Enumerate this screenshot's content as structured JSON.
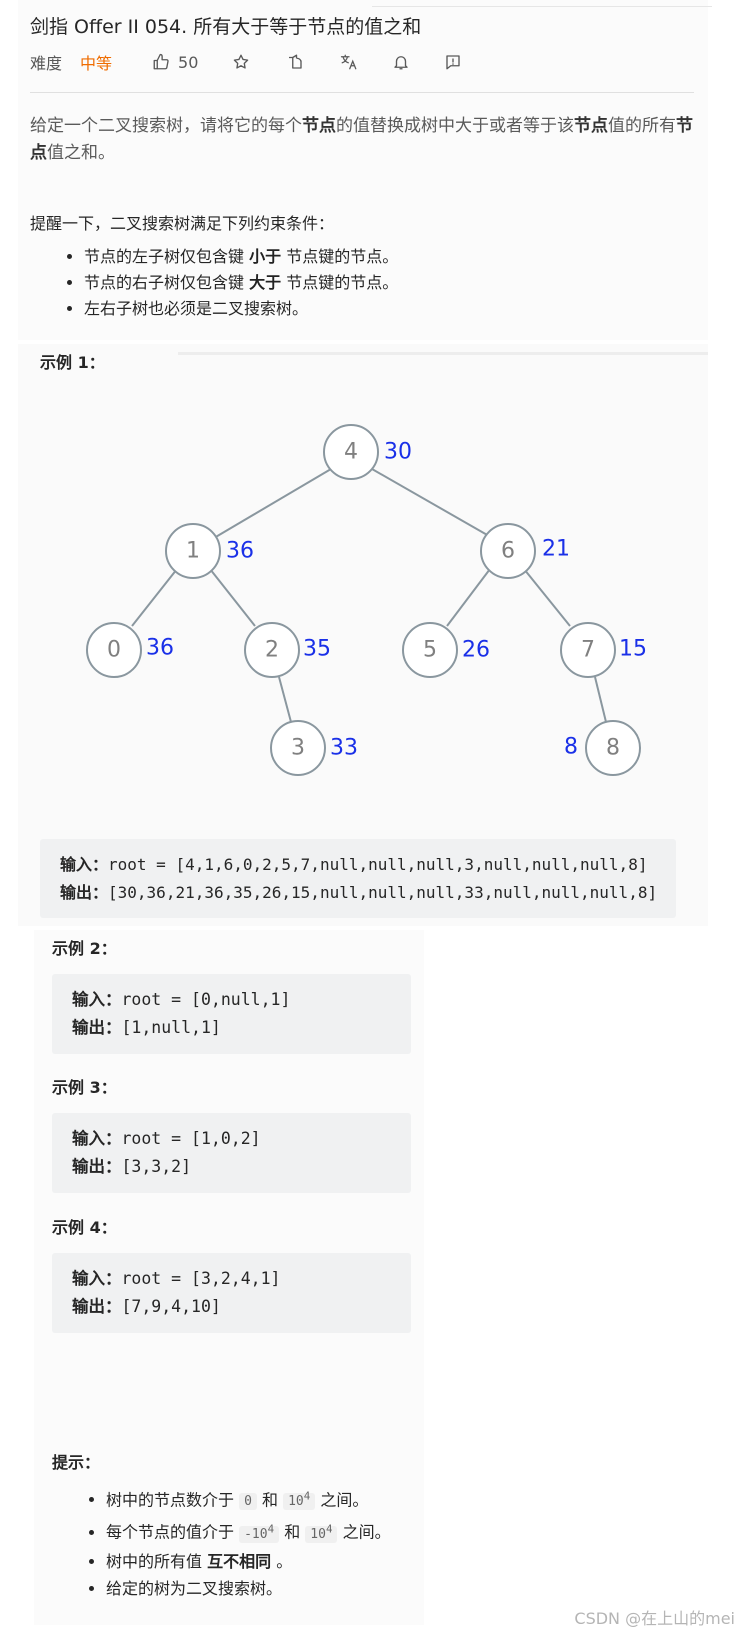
{
  "problem": {
    "title": "剑指 Offer II 054. 所有大于等于节点的值之和",
    "difficulty_label": "难度",
    "difficulty": "中等",
    "likes": "50"
  },
  "toolbar_icons": [
    "thumbs-up-icon",
    "star-icon",
    "share-icon",
    "translate-icon",
    "bell-icon",
    "feedback-icon"
  ],
  "description": {
    "p1": "给定一个二叉搜索树，请将它的每个",
    "b1": "节点",
    "p2": "的值替换成树中大于或者等于该",
    "b2": "节点",
    "p3": "值的所有",
    "b3": "节点",
    "p4": "值之和。"
  },
  "reminder": {
    "text": "提醒一下，二叉搜索树满足下列约束条件：",
    "items": [
      {
        "pre": "节点的左子树仅包含键 ",
        "bold": "小于",
        "post": " 节点键的节点。"
      },
      {
        "pre": "节点的右子树仅包含键 ",
        "bold": "大于",
        "post": " 节点键的节点。"
      },
      {
        "pre": "左右子树也必须是二叉搜索树。",
        "bold": "",
        "post": ""
      }
    ]
  },
  "examples": [
    {
      "title": "示例 1：",
      "input_label": "输入：",
      "input": "root = [4,1,6,0,2,5,7,null,null,null,3,null,null,null,8]",
      "output_label": "输出：",
      "output": "[30,36,21,36,35,26,15,null,null,null,33,null,null,null,8]"
    },
    {
      "title": "示例 2：",
      "input_label": "输入：",
      "input": "root = [0,null,1]",
      "output_label": "输出：",
      "output": "[1,null,1]"
    },
    {
      "title": "示例 3：",
      "input_label": "输入：",
      "input": "root = [1,0,2]",
      "output_label": "输出：",
      "output": "[3,3,2]"
    },
    {
      "title": "示例 4：",
      "input_label": "输入：",
      "input": "root = [3,2,4,1]",
      "output_label": "输出：",
      "output": "[7,9,4,10]"
    }
  ],
  "tree_diagram": {
    "nodes": [
      {
        "id": "n4",
        "value": "4",
        "sum": "30"
      },
      {
        "id": "n1",
        "value": "1",
        "sum": "36"
      },
      {
        "id": "n6",
        "value": "6",
        "sum": "21"
      },
      {
        "id": "n0",
        "value": "0",
        "sum": "36"
      },
      {
        "id": "n2",
        "value": "2",
        "sum": "35"
      },
      {
        "id": "n5",
        "value": "5",
        "sum": "26"
      },
      {
        "id": "n7",
        "value": "7",
        "sum": "15"
      },
      {
        "id": "n3",
        "value": "3",
        "sum": "33"
      },
      {
        "id": "n8",
        "value": "8",
        "sum": "8"
      }
    ],
    "node_stroke": "#8a979f",
    "sum_color": "#1a30e8"
  },
  "hints": {
    "title": "提示：",
    "h1_pre": "树中的节点数介于 ",
    "h1_a": "0",
    "h1_mid": " 和 ",
    "h1_b": "10",
    "h1_b_sup": "4",
    "h1_post": " 之间。",
    "h2_pre": "每个节点的值介于 ",
    "h2_a": "-10",
    "h2_a_sup": "4",
    "h2_mid": " 和 ",
    "h2_b": "10",
    "h2_b_sup": "4",
    "h2_post": " 之间。",
    "h3_pre": "树中的所有值 ",
    "h3_bold": "互不相同",
    "h3_post": " 。",
    "h4": "给定的树为二叉搜索树。"
  },
  "watermark": "CSDN @在上山的mei",
  "colors": {
    "accent_orange": "#ef6c00",
    "code_bg": "#f0f1f2",
    "sum_blue": "#1a30e8"
  }
}
